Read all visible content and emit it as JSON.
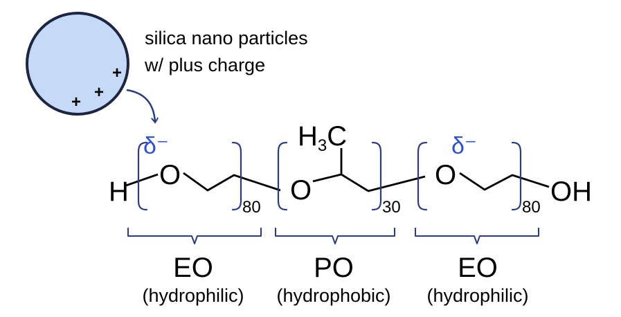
{
  "particle_note": {
    "line1": "silica nano particles",
    "line2": "w/ plus charge"
  },
  "charges": [
    "+",
    "+",
    "+"
  ],
  "partial_charge": "δ⁻",
  "atoms": {
    "h_end": "H",
    "oxygen": "O",
    "methyl": "H3C",
    "hydroxyl": "OH"
  },
  "repeat_counts": {
    "eo1": "80",
    "po": "30",
    "eo2": "80"
  },
  "blocks": [
    {
      "name": "EO",
      "property": "(hydrophilic)"
    },
    {
      "name": "PO",
      "property": "(hydrophobic)"
    },
    {
      "name": "EO",
      "property": "(hydrophilic)"
    }
  ],
  "colors": {
    "particle_fill": "#c4daf7",
    "particle_stroke": "#1c2542",
    "bracket": "#283c86",
    "delta": "#2d52d6",
    "text": "#000000"
  }
}
